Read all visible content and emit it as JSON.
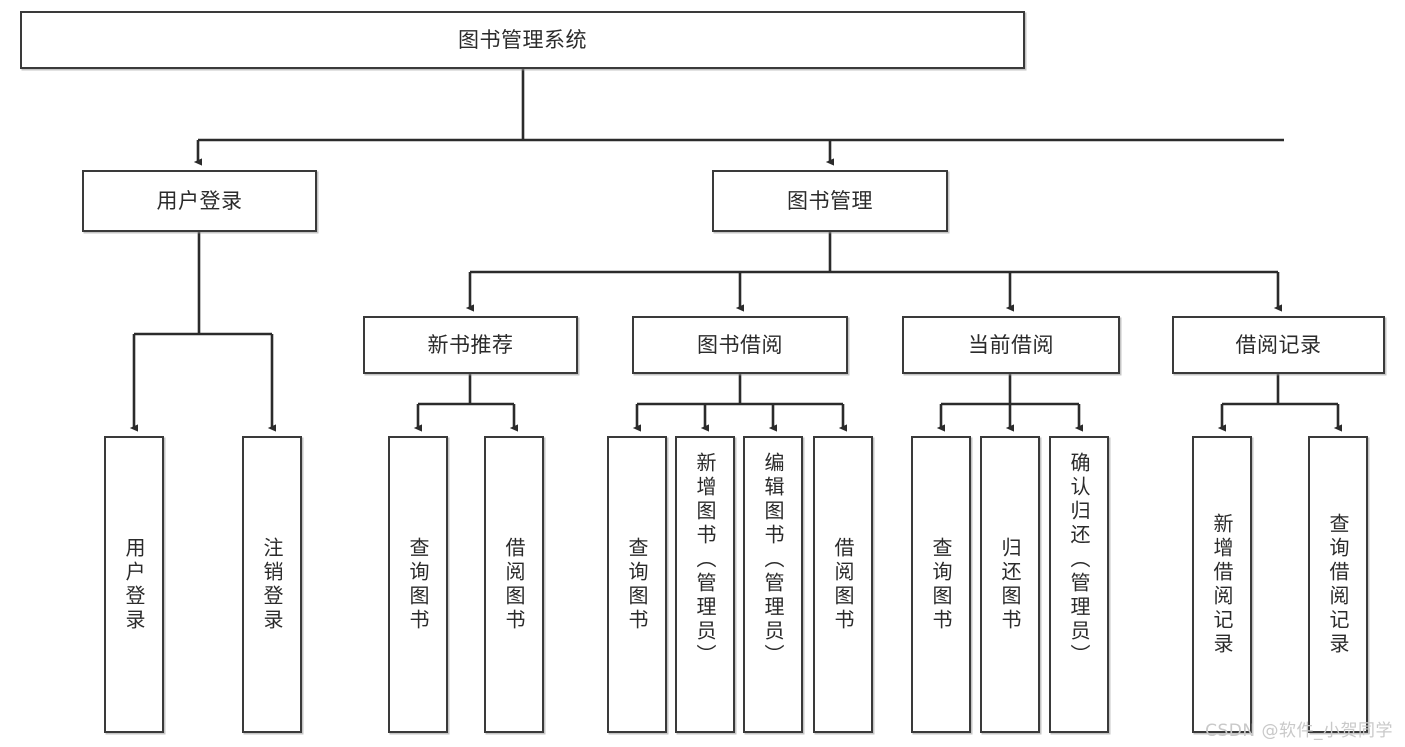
{
  "diagram": {
    "title": "图书管理系统",
    "type": "tree-hierarchy",
    "watermark": "CSDN @软件_小贺同学",
    "colors": {
      "box_border": "#3a3a3a",
      "box_fill": "#ffffff",
      "text": "#2b2b2b",
      "edge": "#2b2b2b",
      "watermark": "#c9c9c9",
      "background": "#ffffff"
    },
    "nodes": {
      "root": {
        "label": "图书管理系统",
        "level": 1,
        "orientation": "horizontal"
      },
      "l2": [
        {
          "id": "user-login",
          "label": "用户登录",
          "level": 2,
          "orientation": "horizontal"
        },
        {
          "id": "book-manage",
          "label": "图书管理",
          "level": 2,
          "orientation": "horizontal"
        }
      ],
      "l3": [
        {
          "id": "new-book-recommend",
          "label": "新书推荐",
          "level": 3,
          "orientation": "horizontal",
          "parent": "book-manage"
        },
        {
          "id": "book-borrow",
          "label": "图书借阅",
          "level": 3,
          "orientation": "horizontal",
          "parent": "book-manage"
        },
        {
          "id": "current-borrow",
          "label": "当前借阅",
          "level": 3,
          "orientation": "horizontal",
          "parent": "book-manage"
        },
        {
          "id": "borrow-record",
          "label": "借阅记录",
          "level": 3,
          "orientation": "horizontal",
          "parent": "book-manage"
        }
      ],
      "leaves": [
        {
          "id": "leaf-user-login",
          "label": "用户登录",
          "parent": "user-login",
          "orientation": "vertical"
        },
        {
          "id": "leaf-logout-login",
          "label": "注销登录",
          "parent": "user-login",
          "orientation": "vertical"
        },
        {
          "id": "leaf-query-book-1",
          "label": "查询图书",
          "parent": "new-book-recommend",
          "orientation": "vertical"
        },
        {
          "id": "leaf-borrow-book-1",
          "label": "借阅图书",
          "parent": "new-book-recommend",
          "orientation": "vertical"
        },
        {
          "id": "leaf-query-book-2",
          "label": "查询图书",
          "parent": "book-borrow",
          "orientation": "vertical"
        },
        {
          "id": "leaf-add-book",
          "label": "新增图书（管理员）",
          "parent": "book-borrow",
          "orientation": "vertical"
        },
        {
          "id": "leaf-edit-book",
          "label": "编辑图书（管理员）",
          "parent": "book-borrow",
          "orientation": "vertical"
        },
        {
          "id": "leaf-borrow-book-2",
          "label": "借阅图书",
          "parent": "book-borrow",
          "orientation": "vertical"
        },
        {
          "id": "leaf-query-book-3",
          "label": "查询图书",
          "parent": "current-borrow",
          "orientation": "vertical"
        },
        {
          "id": "leaf-return-book",
          "label": "归还图书",
          "parent": "current-borrow",
          "orientation": "vertical"
        },
        {
          "id": "leaf-confirm-return",
          "label": "确认归还（管理员）",
          "parent": "current-borrow",
          "orientation": "vertical"
        },
        {
          "id": "leaf-add-record",
          "label": "新增借阅记录",
          "parent": "borrow-record",
          "orientation": "vertical"
        },
        {
          "id": "leaf-query-record",
          "label": "查询借阅记录",
          "parent": "borrow-record",
          "orientation": "vertical"
        }
      ]
    }
  }
}
